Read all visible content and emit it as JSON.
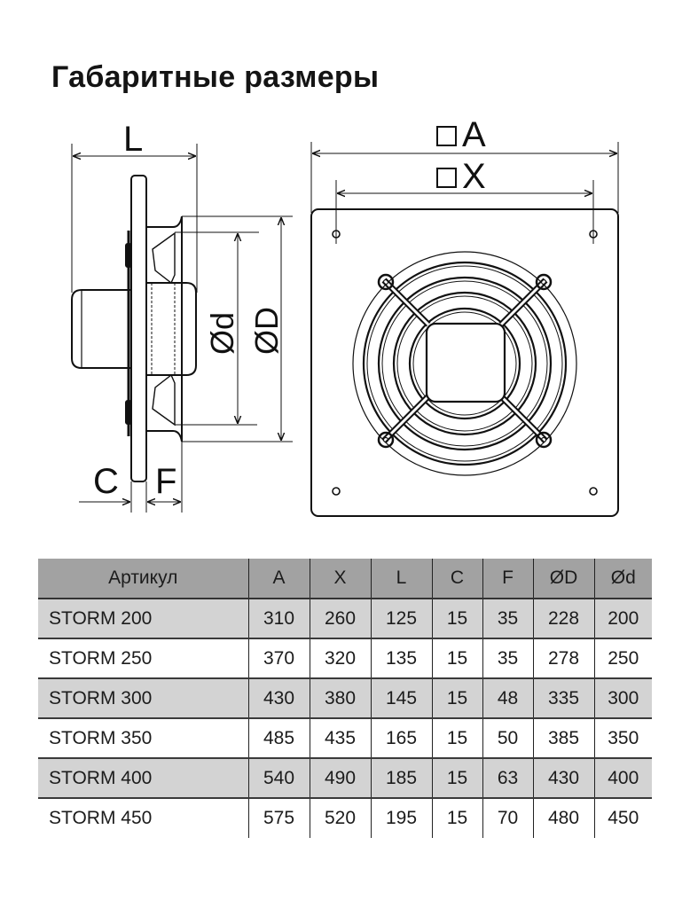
{
  "title": "Габаритные размеры",
  "drawing": {
    "side_view": {
      "labels": {
        "L": "L",
        "d": "Ød",
        "D": "ØD",
        "C": "C",
        "F": "F"
      }
    },
    "front_view": {
      "labels": {
        "A": "A",
        "X": "X"
      },
      "square_symbol": "square-icon"
    }
  },
  "table": {
    "columns": [
      "Артикул",
      "A",
      "X",
      "L",
      "C",
      "F",
      "ØD",
      "Ød"
    ],
    "rows": [
      {
        "name": "STORM 200",
        "A": "310",
        "X": "260",
        "L": "125",
        "C": "15",
        "F": "35",
        "D": "228",
        "d": "200"
      },
      {
        "name": "STORM 250",
        "A": "370",
        "X": "320",
        "L": "135",
        "C": "15",
        "F": "35",
        "D": "278",
        "d": "250"
      },
      {
        "name": "STORM 300",
        "A": "430",
        "X": "380",
        "L": "145",
        "C": "15",
        "F": "48",
        "D": "335",
        "d": "300"
      },
      {
        "name": "STORM 350",
        "A": "485",
        "X": "435",
        "L": "165",
        "C": "15",
        "F": "50",
        "D": "385",
        "d": "350"
      },
      {
        "name": "STORM 400",
        "A": "540",
        "X": "490",
        "L": "185",
        "C": "15",
        "F": "63",
        "D": "430",
        "d": "400"
      },
      {
        "name": "STORM 450",
        "A": "575",
        "X": "520",
        "L": "195",
        "C": "15",
        "F": "70",
        "D": "480",
        "d": "450"
      }
    ]
  },
  "colors": {
    "header_bg": "#a2a2a2",
    "shaded_row_bg": "#d3d3d3",
    "line": "#111111"
  }
}
